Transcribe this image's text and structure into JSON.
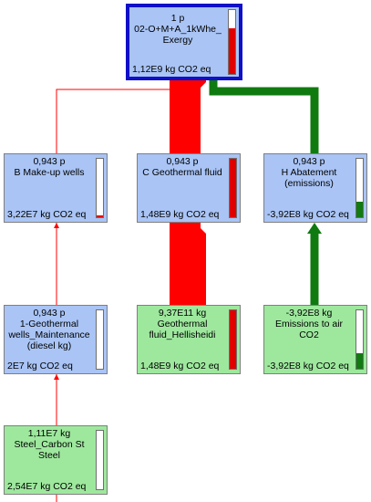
{
  "colors": {
    "blue_node": "#a9c4f5",
    "green_node": "#9ee89e",
    "positive_flow": "#ff0000",
    "negative_flow": "#0f7a0f",
    "selected_border": "#1010c8"
  },
  "nodes": {
    "root": {
      "amount": "1 p",
      "name": "02-O+M+A_1kWhe_\nExergy",
      "value": "1,12E9 kg CO2 eq",
      "bar_fraction": 0.72,
      "bar_color": "#e00000"
    },
    "makeup": {
      "amount": "0,943 p",
      "name": "B Make-up wells",
      "value": "3,22E7 kg CO2 eq",
      "bar_fraction": 0.03,
      "bar_color": "#e00000"
    },
    "geofluid": {
      "amount": "0,943 p",
      "name": "C Geothermal fluid",
      "value": "1,48E9 kg CO2 eq",
      "bar_fraction": 1.0,
      "bar_color": "#e00000"
    },
    "abatement": {
      "amount": "0,943 p",
      "name": "H Abatement\n(emissions)",
      "value": "-3,92E8 kg CO2 eq",
      "bar_fraction": 0.26,
      "bar_color": "#117a11"
    },
    "maintenance": {
      "amount": "0,943 p",
      "name": "1-Geothermal\nwells_Maintenance\n(diesel kg)",
      "value": "2E7 kg CO2 eq",
      "bar_fraction": 0.0,
      "bar_color": "#e00000"
    },
    "hellisheidi": {
      "amount": "9,37E11 kg",
      "name": "Geothermal\nfluid_Hellisheidi",
      "value": "1,48E9 kg CO2 eq",
      "bar_fraction": 1.0,
      "bar_color": "#e00000"
    },
    "emissions": {
      "amount": "-3,92E8 kg",
      "name": "Emissions to air\nCO2",
      "value": "-3,92E8 kg CO2 eq",
      "bar_fraction": 0.26,
      "bar_color": "#117a11"
    },
    "steel": {
      "amount": "1,11E7 kg",
      "name": "Steel_Carbon St\nSteel",
      "value": "2,54E7 kg CO2 eq",
      "bar_fraction": 0.0,
      "bar_color": "#e00000"
    }
  }
}
